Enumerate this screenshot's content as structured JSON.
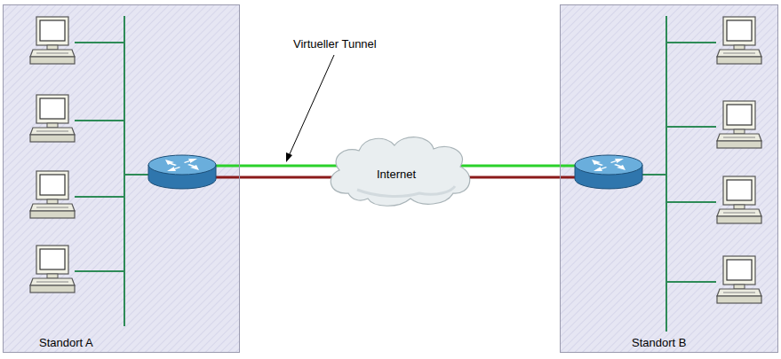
{
  "diagram": {
    "nodes": [
      {
        "text": [
          "Standort A"
        ]
      },
      {
        "text": [
          "Internet"
        ]
      },
      {
        "text": [
          "Standort B"
        ]
      }
    ],
    "edges": [
      {
        "from": 0,
        "to": 2,
        "arrow": "none"
      },
      {
        "from": 0,
        "to": 2,
        "arrow": "none"
      }
    ],
    "labels": [
      "Virtueller Tunnel"
    ]
  }
}
